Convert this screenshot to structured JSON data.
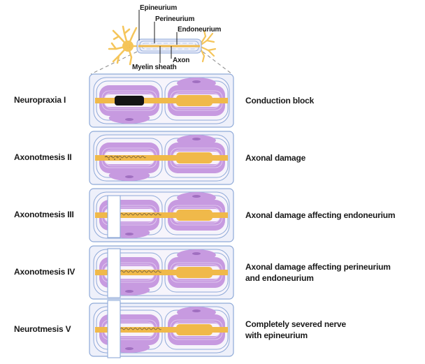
{
  "overview": {
    "labels": {
      "epineurium": "Epineurium",
      "perineurium": "Perineurium",
      "endoneurium": "Endoneurium",
      "axon": "Axon",
      "myelin_sheath": "Myelin sheath"
    }
  },
  "colors": {
    "axon": "#f0b94a",
    "myelin": "#c79ae0",
    "myelin_light": "#e6d2f2",
    "epineurium_fill": "#eef0fa",
    "membrane_stroke": "#8ea9d8",
    "block": "#141414",
    "neuron": "#f5c55a",
    "cut_fill": "#ffffff"
  },
  "stages": [
    {
      "name": "Neuropraxia I",
      "description_lines": [
        "Conduction block"
      ],
      "injury": "conduction-block"
    },
    {
      "name": "Axonotmesis II",
      "description_lines": [
        "Axonal damage"
      ],
      "injury": "axon-debris"
    },
    {
      "name": "Axonotmesis III",
      "description_lines": [
        "Axonal damage affecting endoneurium"
      ],
      "injury": "endoneurium-cut"
    },
    {
      "name": "Axonotmesis IV",
      "description_lines": [
        "Axonal damage affecting perineurium",
        "and endoneurium"
      ],
      "injury": "perineurium-cut"
    },
    {
      "name": "Neurotmesis V",
      "description_lines": [
        "Completely severed nerve",
        "with epineurium"
      ],
      "injury": "full-cut"
    }
  ]
}
